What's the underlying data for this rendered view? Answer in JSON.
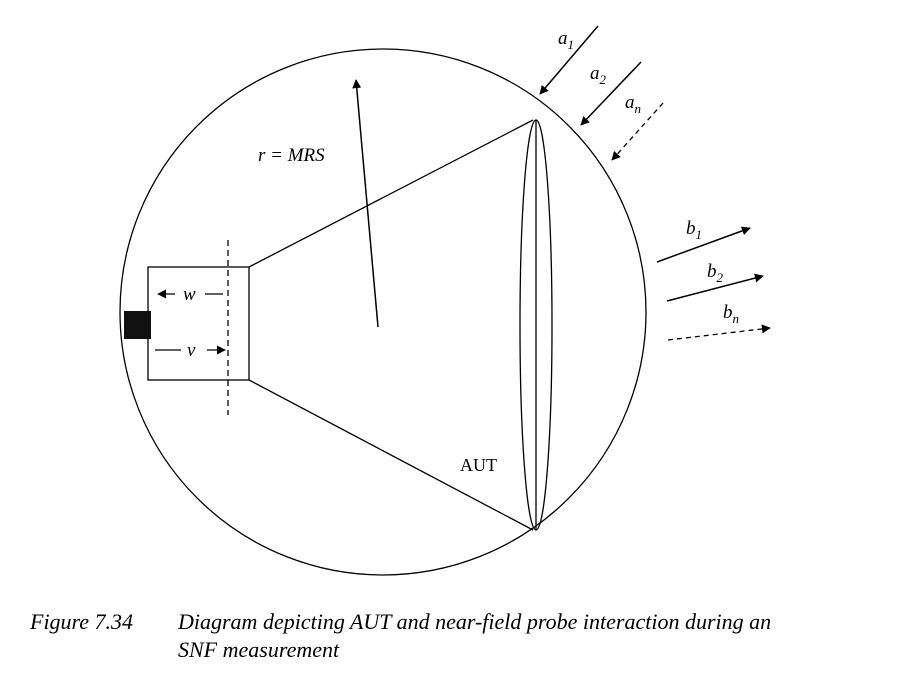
{
  "labels": {
    "radius": "r = MRS",
    "aut": "AUT",
    "w": "w",
    "v": "v",
    "a1": "a",
    "a1_sub": "1",
    "a2": "a",
    "a2_sub": "2",
    "an": "a",
    "an_sub": "n",
    "b1": "b",
    "b1_sub": "1",
    "b2": "b",
    "b2_sub": "2",
    "bn": "b",
    "bn_sub": "n"
  },
  "caption": {
    "number": "Figure 7.34",
    "text_line1": "Diagram depicting AUT and near-field probe interaction during an",
    "text_line2": "SNF measurement"
  }
}
